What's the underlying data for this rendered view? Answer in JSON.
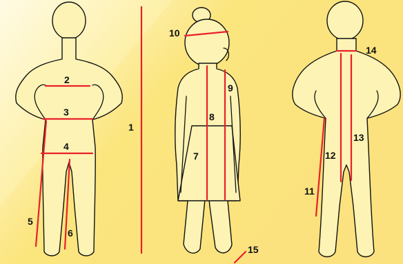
{
  "colors": {
    "background_light": "#fef6cc",
    "background_dark": "#fbe77e",
    "figure_fill": "#fdf3b4",
    "outline": "#111111",
    "measure_line": "#e8202a",
    "label_text": "#111111"
  },
  "labels": {
    "m1": "1",
    "m2": "2",
    "m3": "3",
    "m4": "4",
    "m5": "5",
    "m6": "6",
    "m7": "7",
    "m8": "8",
    "m9": "9",
    "m10": "10",
    "m11": "11",
    "m12": "12",
    "m13": "13",
    "m14": "14",
    "m15": "15"
  }
}
